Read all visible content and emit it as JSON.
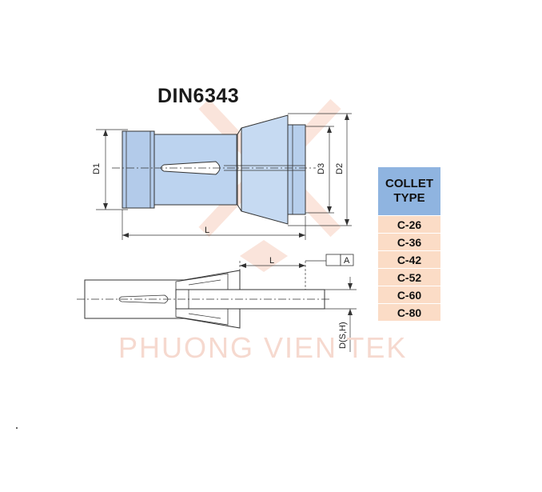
{
  "title": "DIN6343",
  "watermark": "PHUONG VIEN TEK",
  "labels": {
    "d1": "D1",
    "d2": "D2",
    "d3": "D3",
    "l_top": "L",
    "l_bottom": "L",
    "datum": "A",
    "dsh": "D(S,H)"
  },
  "table": {
    "header_line1": "COLLET",
    "header_line2": "TYPE",
    "rows": [
      "C-26",
      "C-36",
      "C-42",
      "C-52",
      "C-60",
      "C-80"
    ]
  },
  "colors": {
    "body_fill": "#bcd3ef",
    "header_fill": "#8fb4e0",
    "row_fill": "#fbdcc6",
    "watermark": "#f6d9cf"
  }
}
